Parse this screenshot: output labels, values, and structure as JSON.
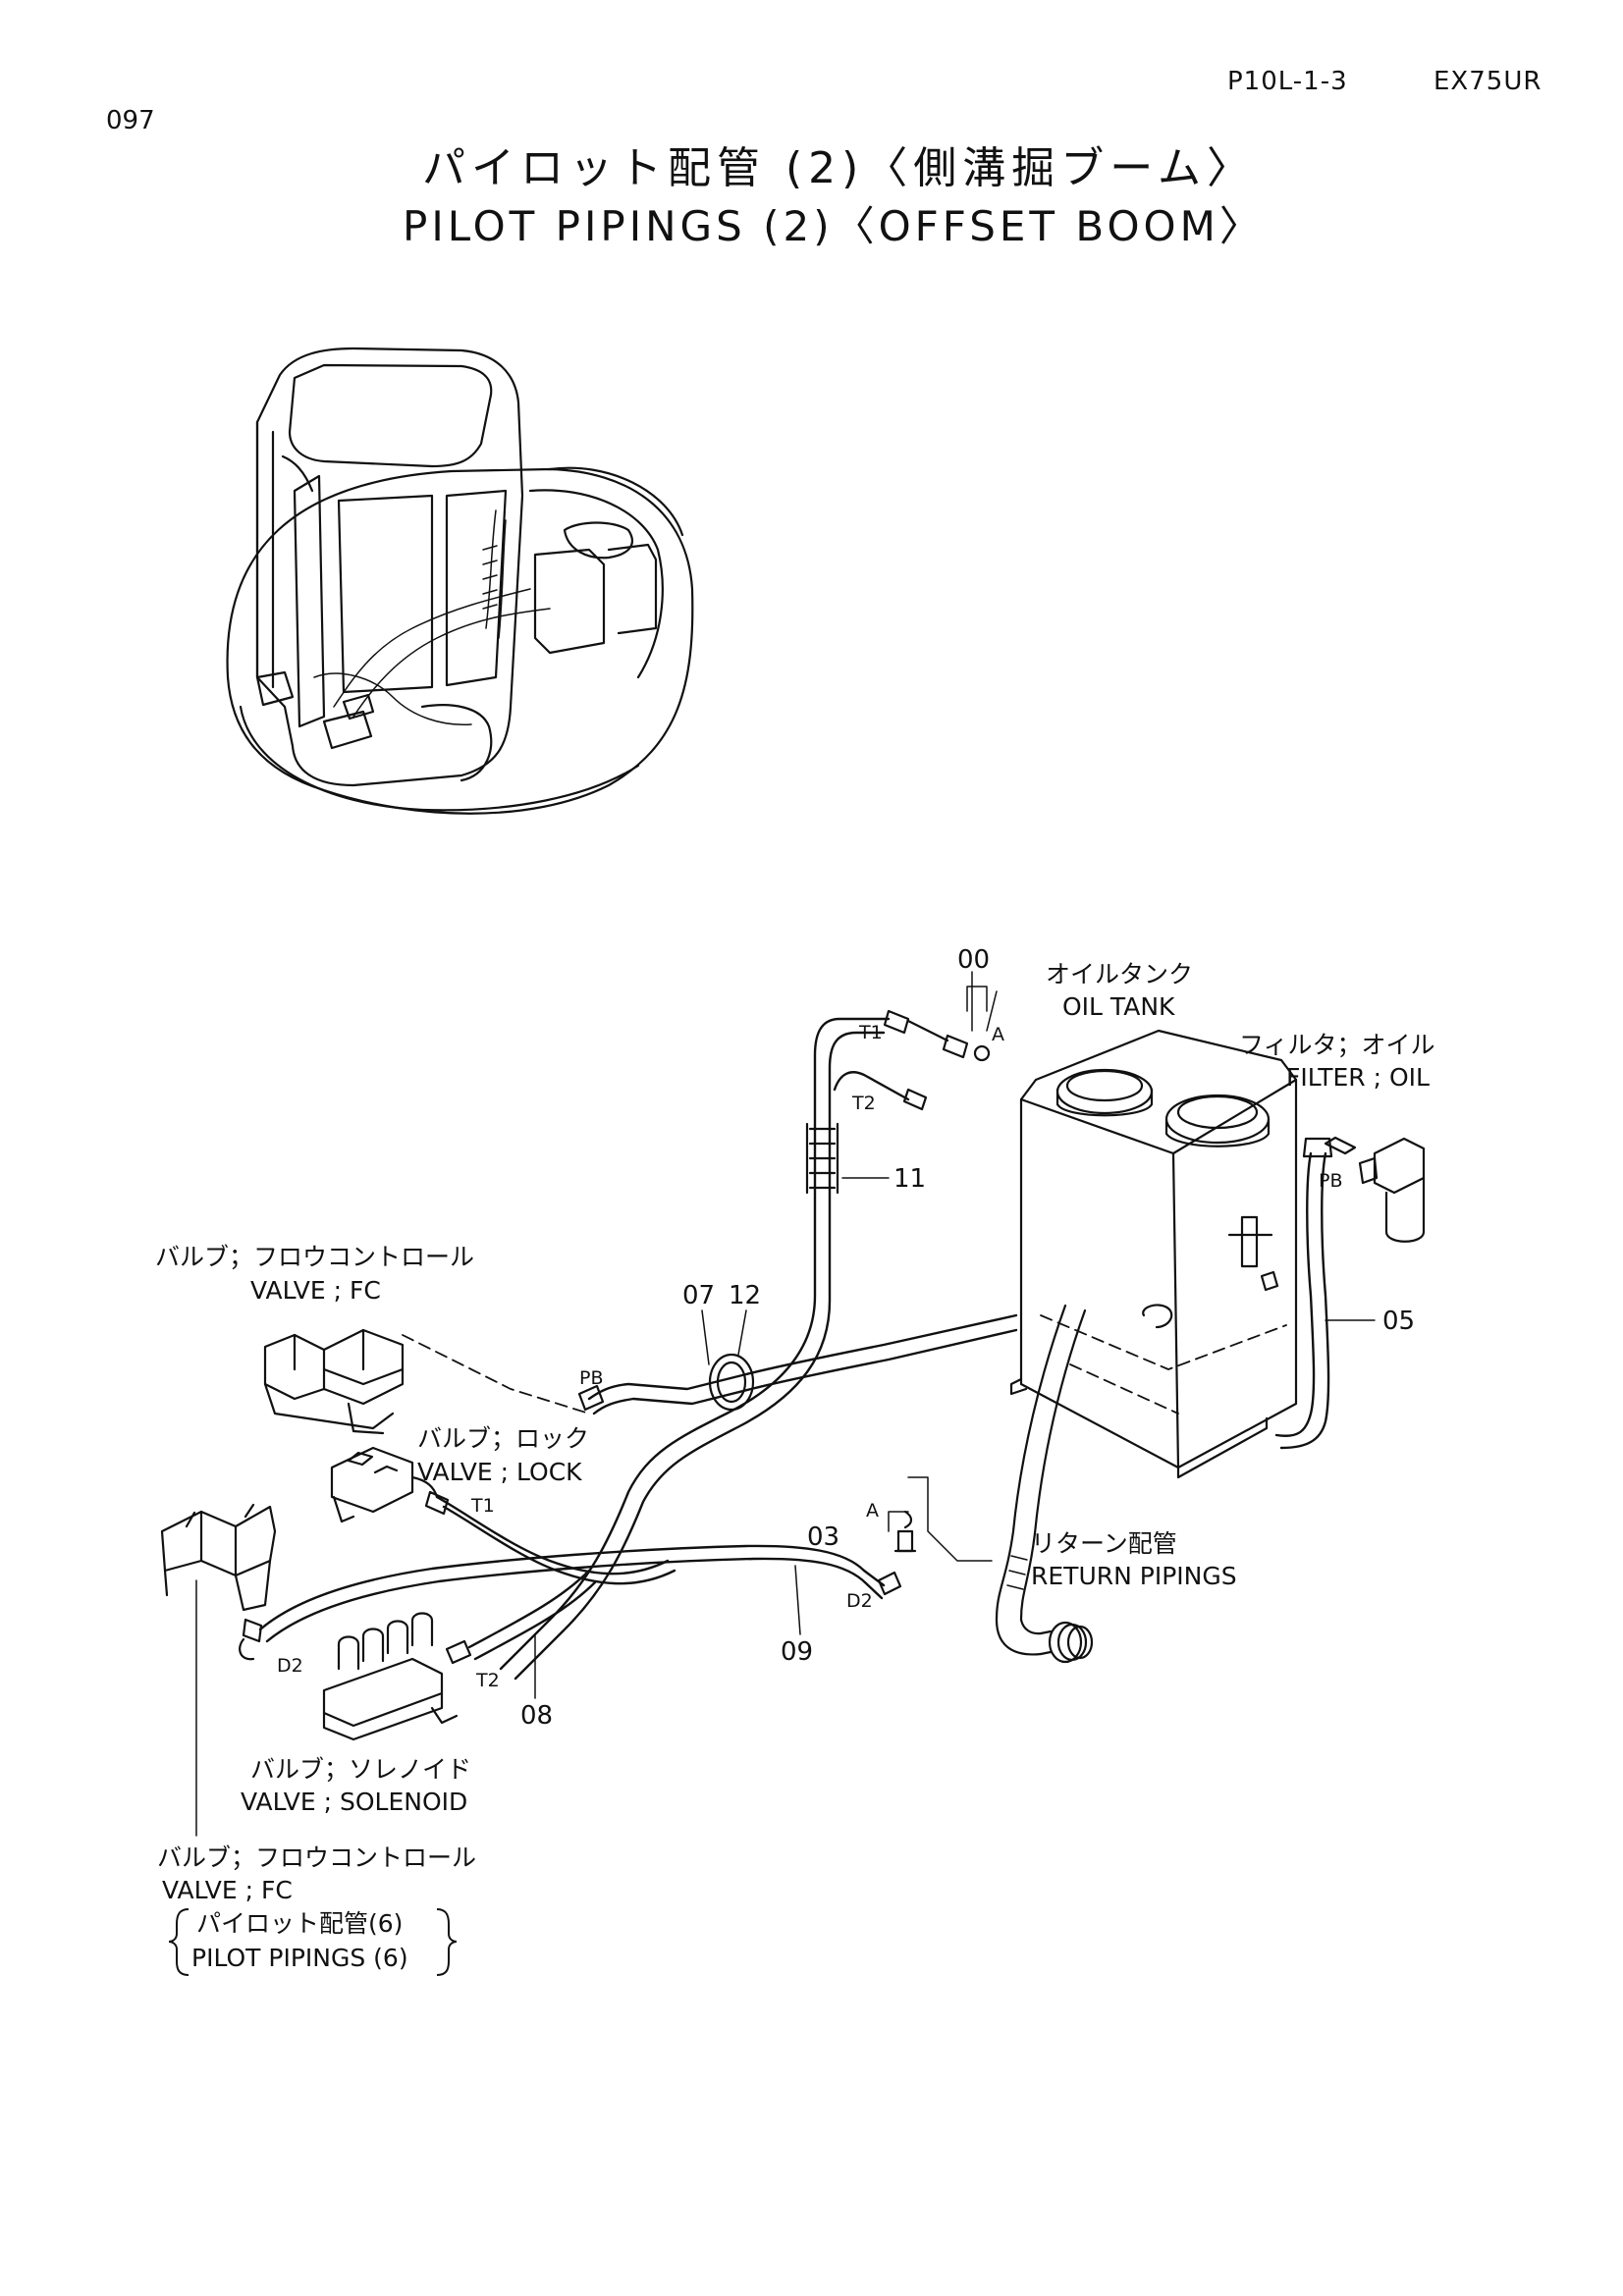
{
  "header": {
    "page_number": "097",
    "section_code": "P10L-1-3",
    "model": "EX75UR"
  },
  "title": {
    "jp": "パイロット配管 (2)〈側溝掘ブーム〉",
    "en": "PILOT PIPINGS (2)〈OFFSET BOOM〉"
  },
  "part_numbers": {
    "p00": "00",
    "p03": "03",
    "p05": "05",
    "p07": "07",
    "p08": "08",
    "p09": "09",
    "p11": "11",
    "p12": "12"
  },
  "port_labels": {
    "t1_top": "T1",
    "t2_top": "T2",
    "pb_filter": "PB",
    "pb_valve": "PB",
    "t1_lock": "T1",
    "t2_solenoid": "T2",
    "d2_right": "D2",
    "d2_left": "D2",
    "a_top": "A",
    "a_mid": "A"
  },
  "components": {
    "oil_tank": {
      "jp": "オイルタンク",
      "en": "OIL TANK"
    },
    "oil_filter": {
      "jp": "フィルタ；オイル",
      "en": "FILTER ; OIL"
    },
    "valve_fc": {
      "jp": "バルブ；フロウコントロール",
      "en": "VALVE ; FC"
    },
    "valve_lock": {
      "jp": "バルブ；ロック",
      "en": "VALVE ; LOCK"
    },
    "return_pipings": {
      "jp": "リターン配管",
      "en": "RETURN PIPINGS"
    },
    "valve_solenoid": {
      "jp": "バルブ；ソレノイド",
      "en": "VALVE ; SOLENOID"
    },
    "valve_fc_ref": {
      "jp": "バルブ；フロウコントロール",
      "en": "VALVE ; FC",
      "ref_jp": "パイロット配管(6)",
      "ref_en": "PILOT PIPINGS (6)"
    }
  }
}
